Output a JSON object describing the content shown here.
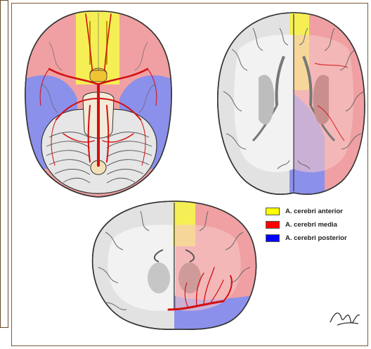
{
  "colors": {
    "anterior": "#f5ef55",
    "media": "#f0a0a2",
    "posterior": "#8b90ea",
    "vessel": "#d40f10",
    "cortex": "#d9d9d9",
    "outline": "#333333"
  },
  "legend": {
    "items": [
      {
        "label": "A. cerebri anterior",
        "swatch": "#ffff00"
      },
      {
        "label": "A. cerebri media",
        "swatch": "#ff0000"
      },
      {
        "label": "A. cerebri posterior",
        "swatch": "#0000ff"
      }
    ]
  },
  "signature": "artist-signature"
}
